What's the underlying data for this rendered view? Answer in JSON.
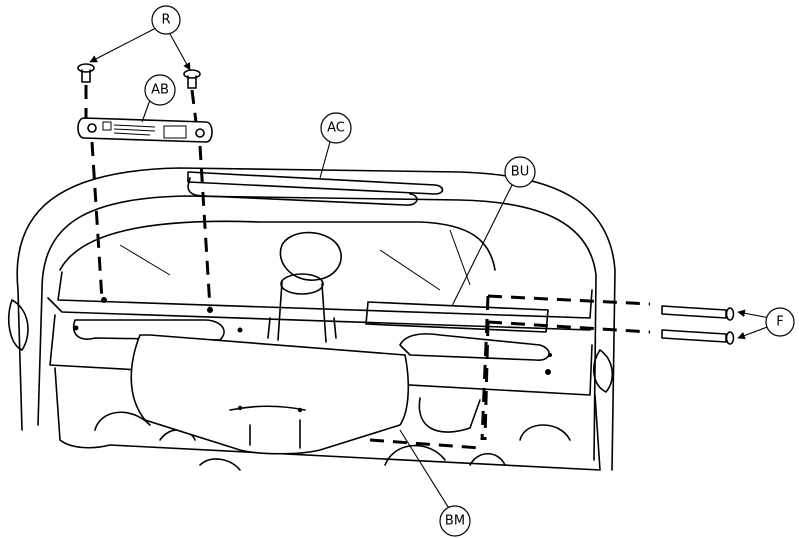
{
  "callouts": {
    "R": "R",
    "AB": "AB",
    "AC": "AC",
    "BU": "BU",
    "F": "F",
    "BM": "BM"
  },
  "colors": {
    "line": "#000000",
    "background": "#ffffff"
  }
}
